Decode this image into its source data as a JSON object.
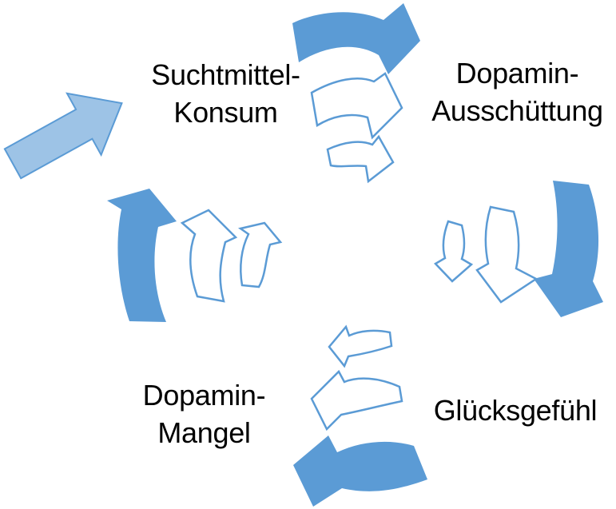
{
  "labels": {
    "top_left": {
      "line1": "Suchtmittel-",
      "line2": "Konsum"
    },
    "top_right": {
      "line1": "Dopamin-",
      "line2": "Ausschüttung"
    },
    "bottom_right": {
      "line1": "Glücksgefühl"
    },
    "bottom_left": {
      "line1": "Dopamin-",
      "line2": "Mangel"
    }
  },
  "cycle": {
    "type": "cycle-diagram",
    "sequence": [
      "Suchtmittel-Konsum",
      "Dopamin-Ausschüttung",
      "Glücksgefühl",
      "Dopamin-Mangel"
    ],
    "entry_point": "Suchtmittel-Konsum",
    "arrows": [
      {
        "name": "entry-arrow",
        "style": "light-filled",
        "direction": "up-right"
      },
      {
        "name": "cycle-arrow-top",
        "style": "solid-filled",
        "direction": "right"
      },
      {
        "name": "cycle-arrow-right",
        "style": "solid-filled",
        "direction": "down"
      },
      {
        "name": "cycle-arrow-bottom",
        "style": "solid-filled",
        "direction": "left"
      },
      {
        "name": "cycle-arrow-left",
        "style": "solid-filled",
        "direction": "up"
      },
      {
        "name": "inner-arrow-top-large",
        "style": "outlined",
        "direction": "right"
      },
      {
        "name": "inner-arrow-top-small",
        "style": "outlined",
        "direction": "right"
      },
      {
        "name": "inner-arrow-right-small",
        "style": "outlined",
        "direction": "down"
      },
      {
        "name": "inner-arrow-right-large",
        "style": "outlined",
        "direction": "down"
      },
      {
        "name": "inner-arrow-bottom-small",
        "style": "outlined",
        "direction": "left"
      },
      {
        "name": "inner-arrow-bottom-large",
        "style": "outlined",
        "direction": "left"
      },
      {
        "name": "inner-arrow-left-large",
        "style": "outlined",
        "direction": "up"
      },
      {
        "name": "inner-arrow-left-small",
        "style": "outlined",
        "direction": "up"
      }
    ]
  },
  "colors": {
    "solid_arrow": "#5B9BD5",
    "entry_arrow_fill": "#9DC3E6",
    "white_arrow_fill": "#FFFFFF",
    "arrow_outline": "#5B9BD5",
    "text": "#000000",
    "background": "#FFFFFF"
  }
}
